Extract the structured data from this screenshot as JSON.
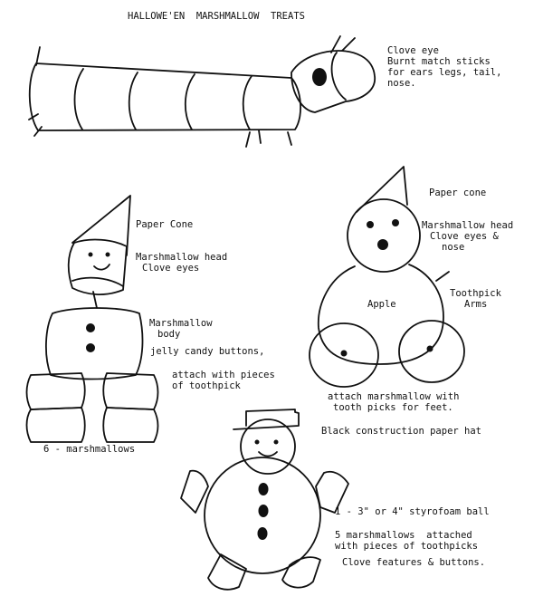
{
  "title": "HALLOWE'EN  MARSHMALLOW  TREATS",
  "caterpillar": {
    "line1": "Clove eye",
    "line2": "Burnt match sticks",
    "line3": "for ears legs, tail,",
    "line4": "nose."
  },
  "clown": {
    "cone": "Paper Cone",
    "head1": "Marshmallow head",
    "head2": "Clove eyes",
    "body1": "Marshmallow",
    "body2": "body",
    "buttons": "jelly candy buttons,",
    "attach1": "attach with pieces",
    "attach2": "of toothpick",
    "count": "6 - marshmallows"
  },
  "apple_man": {
    "cone": "Paper cone",
    "head1": "Marshmallow head",
    "head2": "Clove eyes &",
    "head3": "nose",
    "apple": "Apple",
    "arms1": "Toothpick",
    "arms2": "Arms",
    "feet1": "attach marshmallow with",
    "feet2": "tooth picks for feet."
  },
  "snowman": {
    "hat": "Black construction paper hat",
    "ball": "1 - 3\" or 4\" styrofoam ball",
    "attach1": "5 marshmallows  attached",
    "attach2": "with pieces of toothpicks",
    "features": "Clove features & buttons."
  }
}
